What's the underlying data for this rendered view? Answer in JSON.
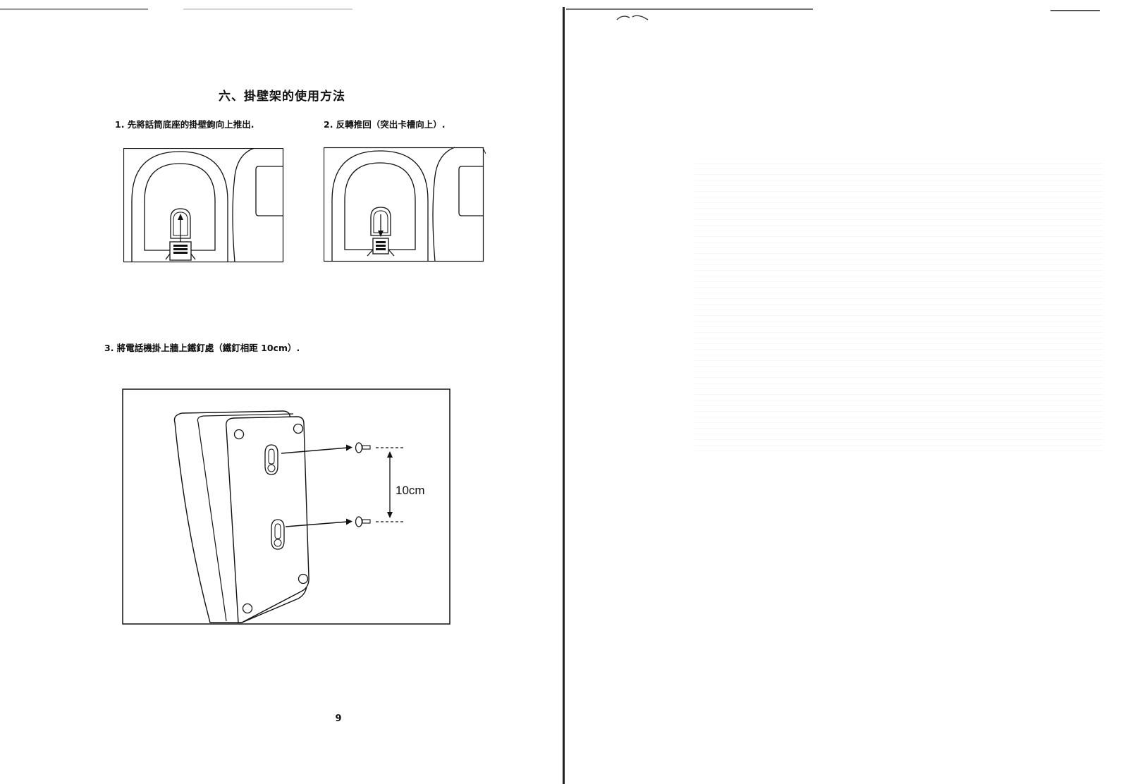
{
  "section": {
    "title": "六、掛壁架的使用方法"
  },
  "steps": [
    {
      "text": "1. 先將話筒底座的掛壁鉤向上推出."
    },
    {
      "text": "2. 反轉推回（突出卡槽向上）."
    },
    {
      "text": "3. 將電話機掛上牆上鐵釘處（鐵釘相距 10cm）."
    }
  ],
  "figure3": {
    "dimension_label": "10cm"
  },
  "page_number": "9"
}
